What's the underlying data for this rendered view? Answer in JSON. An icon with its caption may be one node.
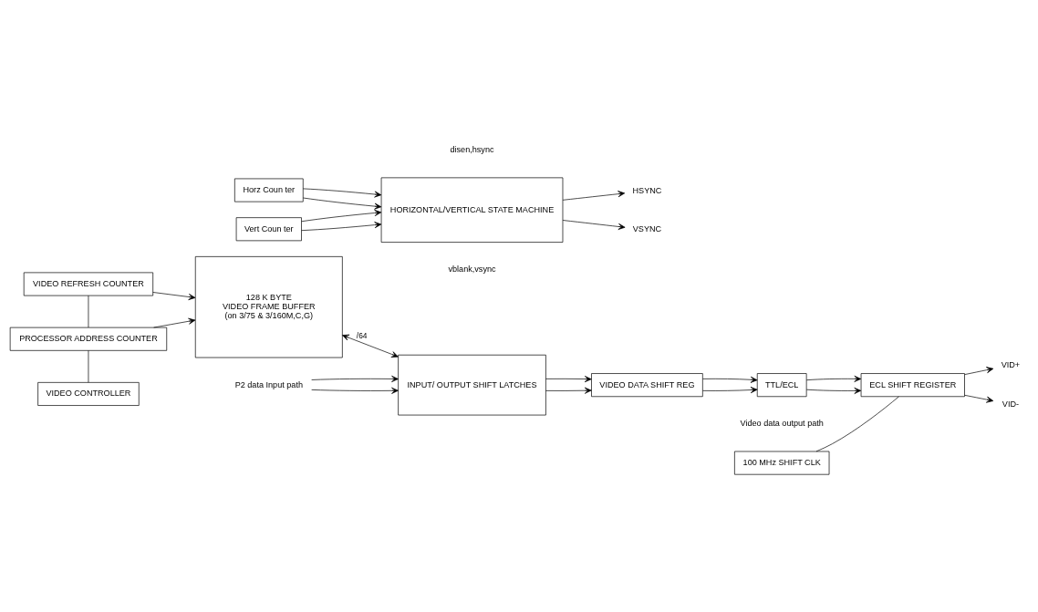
{
  "diagram": {
    "nodes": [
      {
        "text": [
          "VIDEO REFRESH COUNTER"
        ]
      },
      {
        "text": [
          "PROCESSOR ADDRESS COUNTER"
        ]
      },
      {
        "text": [
          "VIDEO CONTROLLER"
        ]
      },
      {
        "text": [
          "128 K BYTE",
          "VIDEO FRAME BUFFER",
          "(on 3/75 & 3/160M,C,G)"
        ]
      },
      {
        "text": [
          "Horz Coun ter"
        ]
      },
      {
        "text": [
          "Vert Coun ter"
        ]
      },
      {
        "text": [
          "HORIZONTAL/VERTICAL STATE MACHINE"
        ]
      },
      {
        "text": [
          "HSYNC"
        ]
      },
      {
        "text": [
          "VSYNC"
        ]
      },
      {
        "text": [
          "INPUT/ OUTPUT SHIFT LATCHES"
        ]
      },
      {
        "text": [
          "P2 data Input path"
        ]
      },
      {
        "text": [
          "VIDEO DATA SHIFT REG"
        ]
      },
      {
        "text": [
          "TTL/ECL"
        ]
      },
      {
        "text": [
          "ECL SHIFT REGISTER"
        ]
      },
      {
        "text": [
          "VID+"
        ]
      },
      {
        "text": [
          "VID-"
        ]
      },
      {
        "text": [
          "100 MHz SHIFT CLK"
        ]
      }
    ],
    "edges": [
      {
        "from": 0,
        "to": 1,
        "arrow": "none"
      },
      {
        "from": 1,
        "to": 2,
        "arrow": "none"
      },
      {
        "from": 0,
        "to": 3,
        "arrow": "to"
      },
      {
        "from": 1,
        "to": 3,
        "arrow": "to"
      },
      {
        "from": 3,
        "to": 9,
        "arrow": "both",
        "label": "/64"
      },
      {
        "from": 10,
        "to": 9,
        "arrow": "to"
      },
      {
        "from": 10,
        "to": 9,
        "arrow": "to"
      },
      {
        "from": 9,
        "to": 11,
        "arrow": "to"
      },
      {
        "from": 9,
        "to": 11,
        "arrow": "to"
      },
      {
        "from": 11,
        "to": 12,
        "arrow": "to"
      },
      {
        "from": 11,
        "to": 12,
        "arrow": "to"
      },
      {
        "from": 12,
        "to": 13,
        "arrow": "to"
      },
      {
        "from": 12,
        "to": 13,
        "arrow": "to"
      },
      {
        "from": 13,
        "to": 14,
        "arrow": "to"
      },
      {
        "from": 13,
        "to": 15,
        "arrow": "to"
      },
      {
        "from": 16,
        "to": 13,
        "arrow": "none"
      },
      {
        "from": 4,
        "to": 6,
        "arrow": "to"
      },
      {
        "from": 4,
        "to": 6,
        "arrow": "to"
      },
      {
        "from": 5,
        "to": 6,
        "arrow": "to"
      },
      {
        "from": 5,
        "to": 6,
        "arrow": "to"
      },
      {
        "from": 6,
        "to": 7,
        "arrow": "to"
      },
      {
        "from": 6,
        "to": 8,
        "arrow": "to"
      }
    ],
    "labels": [
      "disen,hsync",
      "vblank,vsync",
      "Video data output path"
    ]
  }
}
